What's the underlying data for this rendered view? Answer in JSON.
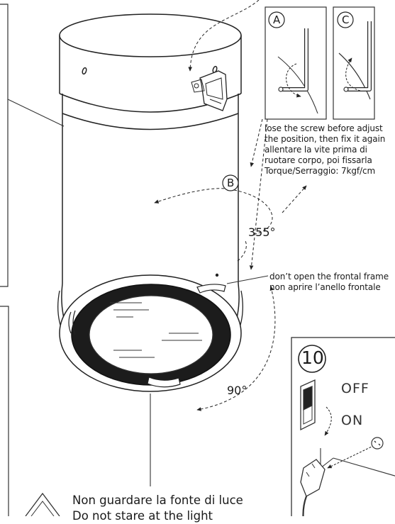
{
  "labels": {
    "a": "A",
    "b": "B",
    "c": "C",
    "step": "10",
    "angle_355": "355°",
    "angle_90": "90°"
  },
  "screw_note": [
    "lose the screw before adjust",
    "the position, then fix it again",
    "allentare la vite prima di",
    "ruotare corpo, poi fissarla",
    "Torque/Serraggio: 7kgf/cm"
  ],
  "frame_note": [
    "don’t open the frontal frame",
    "non aprire l’anello frontale"
  ],
  "switch": {
    "off": "OFF",
    "on": "ON"
  },
  "warning": [
    "Non guardare la fonte di luce",
    "Do not stare at the light"
  ]
}
